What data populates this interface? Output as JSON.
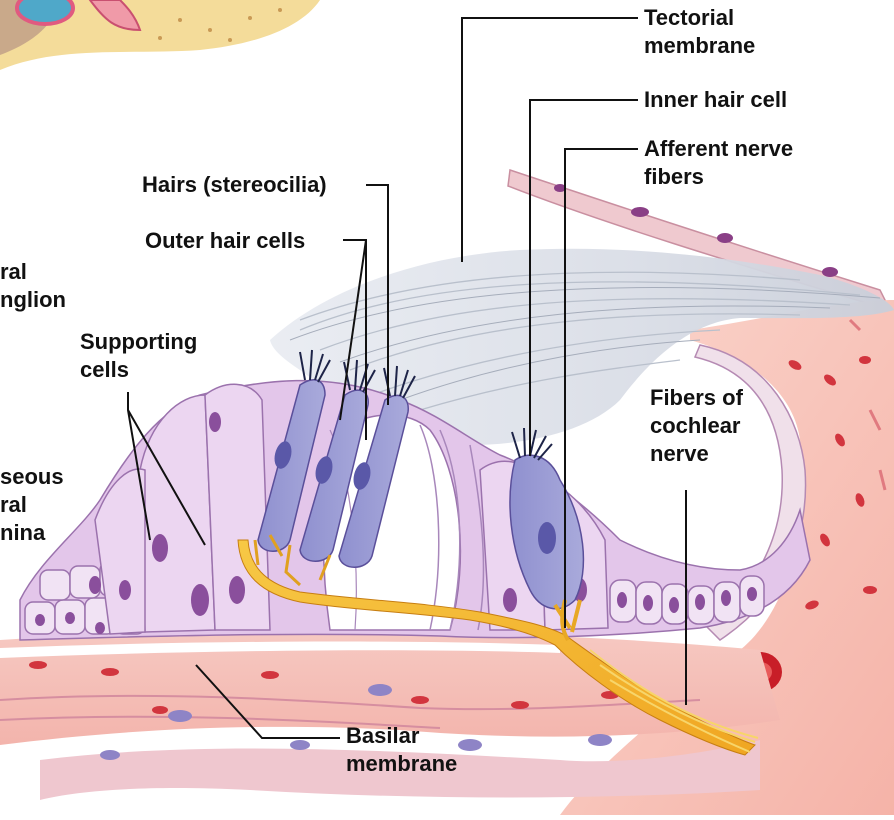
{
  "labels": {
    "tectorial": [
      "Tectorial",
      "membrane"
    ],
    "inner_hair_cell": "Inner hair cell",
    "afferent": [
      "Afferent nerve",
      "fibers"
    ],
    "hairs": "Hairs (stereocilia)",
    "outer_hair_cells": "Outer hair cells",
    "spiral_ganglion": [
      "ral",
      "nglion"
    ],
    "supporting": [
      "Supporting",
      "cells"
    ],
    "osseous": [
      "seous",
      "ral",
      "nina"
    ],
    "fibers_cochlear": [
      "Fibers of",
      "cochlear",
      "nerve"
    ],
    "basilar": [
      "Basilar",
      "membrane"
    ]
  }
}
